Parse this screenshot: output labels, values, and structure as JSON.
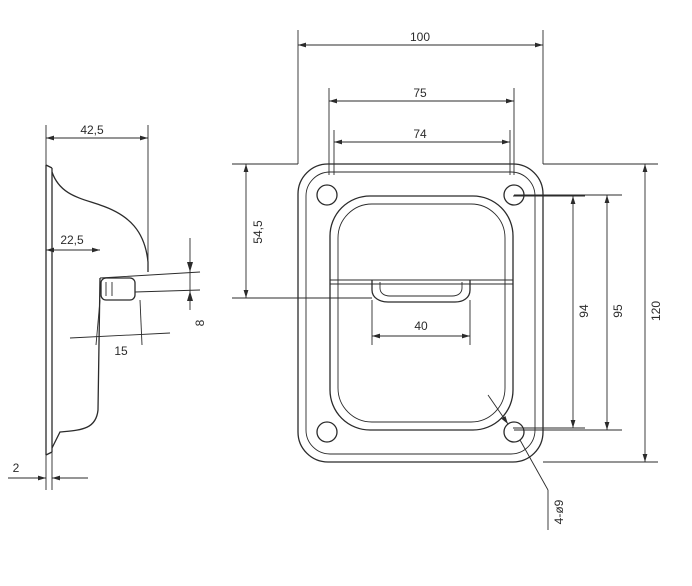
{
  "drawing": {
    "side_view": {
      "dims": {
        "overall_depth": "42,5",
        "body_depth": "22,5",
        "pin_length": "15",
        "pin_height": "8",
        "flange_thickness": "2"
      }
    },
    "front_view": {
      "dims": {
        "outer_width": "100",
        "hole_spacing_outer": "75",
        "hole_spacing": "74",
        "ring_offset": "54,5",
        "slot_width": "40",
        "recess_height": "94",
        "hole_spacing_vertical": "95",
        "outer_height": "120",
        "holes": "4-ø9"
      }
    }
  }
}
